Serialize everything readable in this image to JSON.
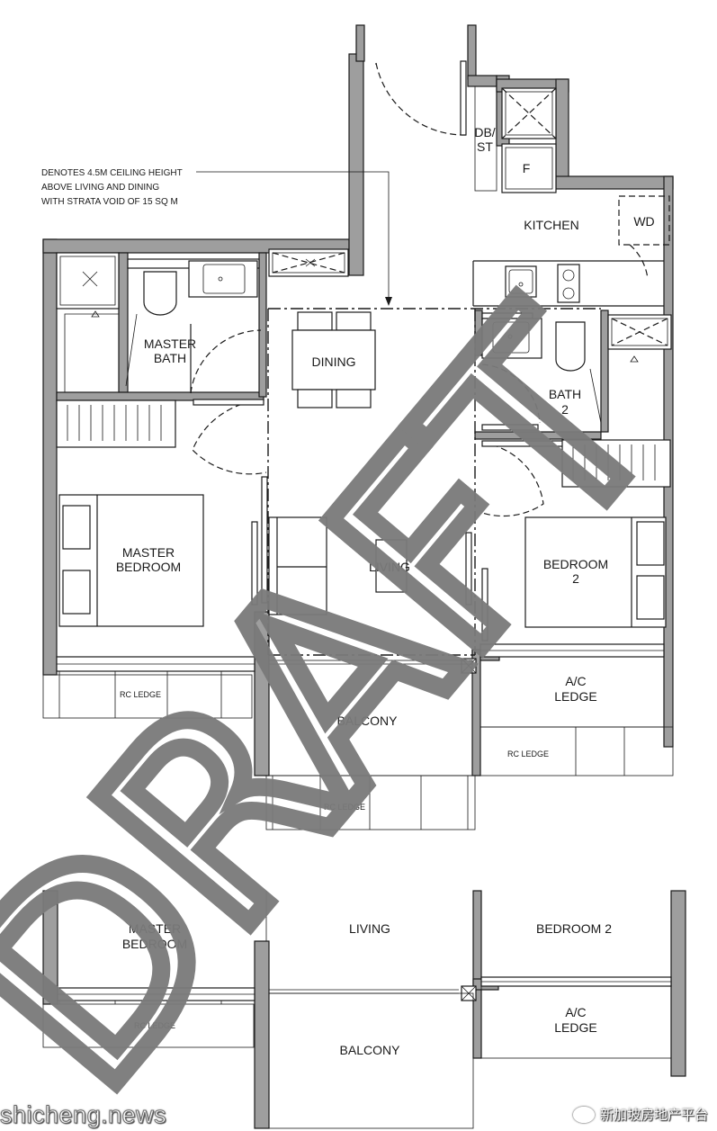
{
  "note": {
    "line1": "DENOTES 4.5M CEILING HEIGHT",
    "line2": "ABOVE LIVING AND DINING",
    "line3": "WITH STRATA VOID OF 15 SQ M"
  },
  "rooms": {
    "db_st_1": "DB/",
    "db_st_2": "ST",
    "fridge": "F",
    "kitchen": "KITCHEN",
    "wd": "WD",
    "master_bath_1": "MASTER",
    "master_bath_2": "BATH",
    "dining": "DINING",
    "bath2_1": "BATH",
    "bath2_2": "2",
    "master_bedroom_1": "MASTER",
    "master_bedroom_2": "BEDROOM",
    "living": "LIVING",
    "bedroom2_1": "BEDROOM",
    "bedroom2_2": "2",
    "ac_ledge_1": "A/C",
    "ac_ledge_2": "LEDGE",
    "rc_ledge_left": "RC LEDGE",
    "balcony": "BALCONY",
    "rc_ledge_right": "RC LEDGE",
    "rc_ledge_bottom": "RC LEDGE"
  },
  "section": {
    "master_bedroom_1": "MASTER",
    "master_bedroom_2": "BEDROOM",
    "living": "LIVING",
    "bedroom2": "BEDROOM 2",
    "rc_ledge": "RC LEDGE",
    "balcony": "BALCONY",
    "ac_ledge_1": "A/C",
    "ac_ledge_2": "LEDGE"
  },
  "watermark": {
    "draft": "DRAFT",
    "site": "shicheng.news",
    "badge": "新加坡房地产平台"
  },
  "colors": {
    "wall_fill": "#9e9e9e",
    "line": "#1a1a1a",
    "draft_stroke": "#7a7a7a"
  }
}
